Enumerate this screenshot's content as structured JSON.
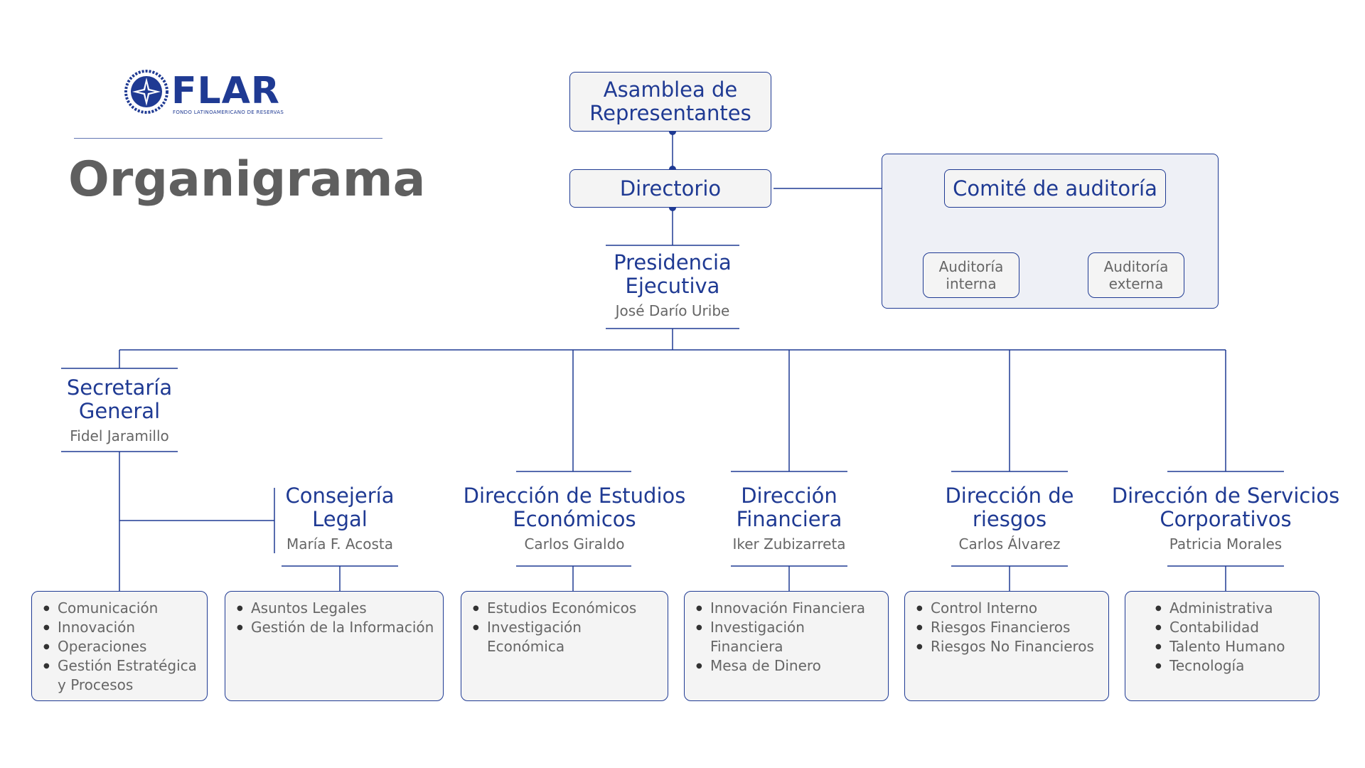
{
  "logo": {
    "name": "FLAR",
    "tagline": "FONDO LATINOAMERICANO DE RESERVAS",
    "icon": "compass-rose-icon"
  },
  "page_title": "Organigrama",
  "governance": {
    "asamblea": "Asamblea de Representantes",
    "directorio": "Directorio",
    "comite": "Comité de auditoría",
    "auditoria_interna": "Auditoría interna",
    "auditoria_externa": "Auditoría externa"
  },
  "presidencia": {
    "name": "Presidencia Ejecutiva",
    "person": "José Darío Uribe"
  },
  "secretaria": {
    "name": "Secretaría General",
    "person": "Fidel Jaramillo",
    "items": [
      "Comunicación",
      "Innovación",
      "Operaciones",
      "Gestión Estratégica y Procesos"
    ]
  },
  "consejeria": {
    "name": "Consejería Legal",
    "person": "María F. Acosta",
    "items": [
      "Asuntos Legales",
      "Gestión de la Información"
    ]
  },
  "estudios": {
    "name": "Dirección de Estudios Económicos",
    "person": "Carlos Giraldo",
    "items": [
      "Estudios Económicos",
      "Investigación Económica"
    ]
  },
  "financiera": {
    "name": "Dirección Financiera",
    "person": "Iker Zubizarreta",
    "items": [
      "Innovación Financiera",
      "Investigación Financiera",
      "Mesa de Dinero"
    ]
  },
  "riesgos": {
    "name": "Dirección de riesgos",
    "person": "Carlos Álvarez",
    "items": [
      "Control Interno",
      "Riesgos Financieros",
      "Riesgos No Financieros"
    ]
  },
  "servicios": {
    "name": "Dirección de Servicios Corporativos",
    "person": "Patricia Morales",
    "items": [
      "Administrativa",
      "Contabilidad",
      "Talento Humano",
      "Tecnología"
    ]
  },
  "colors": {
    "accent": "#1f3a93",
    "title_gray": "#5f5f5f",
    "box_fill": "#f4f4f4"
  }
}
